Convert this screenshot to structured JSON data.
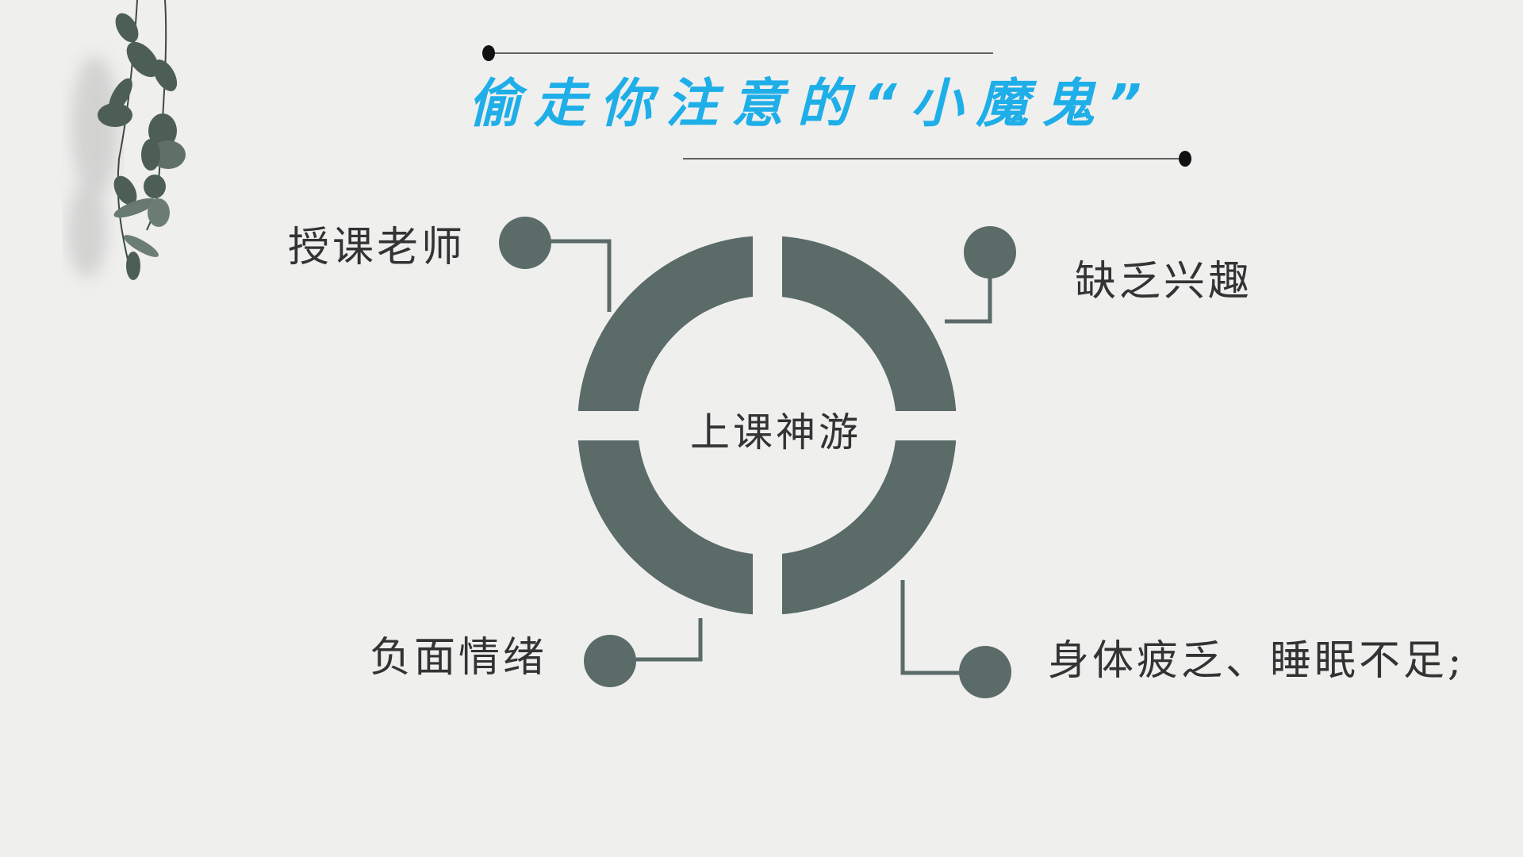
{
  "slide": {
    "title": "偷走你注意的“小魔鬼”",
    "center_label": "上课神游",
    "factors": [
      {
        "label": "授课老师"
      },
      {
        "label": "缺乏兴趣"
      },
      {
        "label": "负面情绪"
      },
      {
        "label": "身体疲乏、睡眠不足;"
      }
    ]
  },
  "colors": {
    "title": "#1eaee8",
    "ring": "#5a6b68",
    "background": "#efefee"
  }
}
